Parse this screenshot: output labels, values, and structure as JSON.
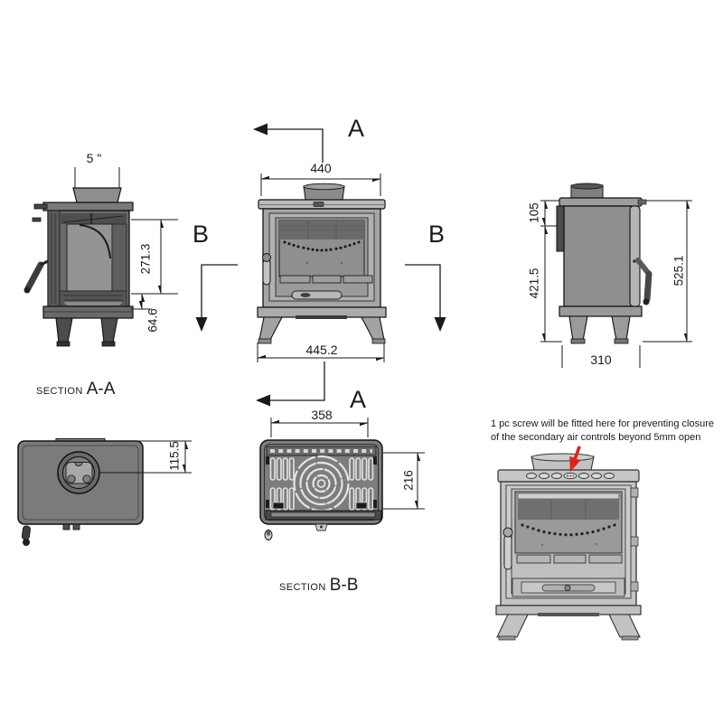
{
  "colors": {
    "paper": "#ffffff",
    "line": "#1a1a1a",
    "annotation_arrow_red": "#dd2418"
  },
  "markers": {
    "a_top": "A",
    "a_bottom": "A",
    "b_left": "B",
    "b_right": "B"
  },
  "section_aa": {
    "label_prefix": "SECTION",
    "label_name": "A-A",
    "dim_flue_diameter": "5 \"",
    "dim_firebox_height": "271.3",
    "dim_base_height": "64.6"
  },
  "front_view": {
    "dim_top_width": "440",
    "dim_base_width": "445.2"
  },
  "side_view": {
    "dim_top_offset": "105",
    "dim_body_height": "421.5",
    "dim_overall_height": "525.1",
    "dim_depth": "310"
  },
  "top_view": {
    "dim_flue_center": "115.5"
  },
  "section_bb": {
    "label_prefix": "SECTION",
    "label_name": "B-B",
    "dim_width": "358",
    "dim_depth": "216"
  },
  "annotated_view": {
    "note_line1": "1 pc screw will be fitted here for preventing closure",
    "note_line2": "of the secondary air controls beyond 5mm open"
  }
}
